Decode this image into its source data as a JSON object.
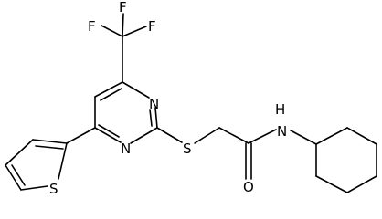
{
  "structure": {
    "atom_labels": {
      "f1": "F",
      "f2": "F",
      "f3": "F",
      "n_pyrimidine_top": "N",
      "n_pyrimidine_bottom": "N",
      "s_thioether": "S",
      "s_thiophene": "S",
      "n_amide": "N",
      "h_amide": "H",
      "o_carbonyl": "O"
    }
  }
}
